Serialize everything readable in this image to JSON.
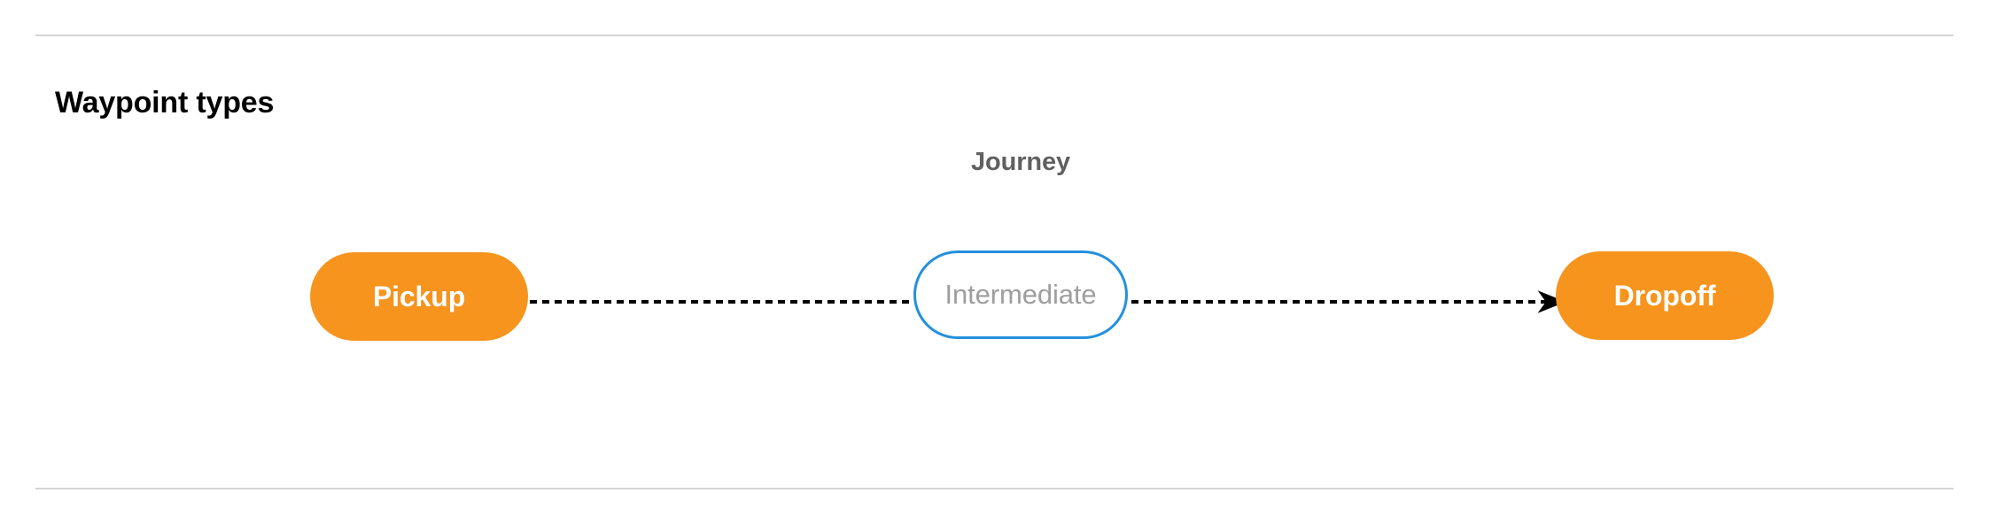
{
  "section": {
    "title": "Waypoint types"
  },
  "diagram": {
    "group_label": "Journey",
    "nodes": [
      {
        "id": "pickup",
        "label": "Pickup",
        "style": "filled",
        "color": "#F6941E",
        "text_color": "#FFFFFF"
      },
      {
        "id": "intermediate",
        "label": "Intermediate",
        "style": "outlined",
        "color": "#2490DE",
        "text_color": "#9E9E9E"
      },
      {
        "id": "dropoff",
        "label": "Dropoff",
        "style": "filled",
        "color": "#F6941E",
        "text_color": "#FFFFFF"
      }
    ],
    "edges": [
      {
        "from": "pickup",
        "to": "intermediate",
        "style": "dashed",
        "arrow": false,
        "color": "#000000"
      },
      {
        "from": "intermediate",
        "to": "dropoff",
        "style": "dashed",
        "arrow": true,
        "color": "#000000"
      }
    ]
  },
  "colors": {
    "accent_orange": "#F6941E",
    "accent_blue": "#2490DE",
    "muted_text": "#9E9E9E",
    "label_text": "#606060",
    "divider": "#D5D5D7",
    "background": "#FFFFFF"
  }
}
